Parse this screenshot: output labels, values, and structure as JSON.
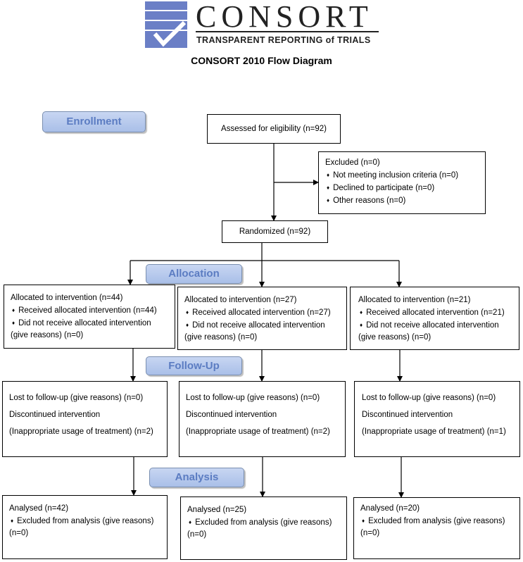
{
  "header": {
    "logo_word": "CONSORT",
    "logo_tagline": "TRANSPARENT REPORTING of TRIALS",
    "title": "CONSORT 2010 Flow Diagram"
  },
  "stages": {
    "enrollment": "Enrollment",
    "allocation": "Allocation",
    "followup": "Follow-Up",
    "analysis": "Analysis"
  },
  "enrollment": {
    "assessed": "Assessed for eligibility (n=92)",
    "excluded_title": "Excluded  (n=0)",
    "excluded_items": [
      "Not meeting inclusion criteria (n=0)",
      "Declined to participate (n=0)",
      "Other reasons (n=0)"
    ],
    "randomized": "Randomized (n=92)"
  },
  "arms": [
    {
      "allocation": {
        "title": "Allocated to intervention (n=44)",
        "received": "Received allocated intervention (n=44)",
        "not_received_1": "Did not receive allocated intervention",
        "not_received_2": "(give reasons) (n=0)"
      },
      "followup": {
        "lost": "Lost to follow-up (give reasons) (n=0)",
        "discontinued": "Discontinued intervention",
        "reason": "(Inappropriate usage of treatment) (n=2)"
      },
      "analysis": {
        "analysed": "Analysed  (n=42)",
        "excluded_1": "Excluded from analysis (give reasons)",
        "excluded_2": "(n=0)"
      }
    },
    {
      "allocation": {
        "title": "Allocated to intervention (n=27)",
        "received": "Received allocated intervention (n=27)",
        "not_received_1": "Did not receive allocated intervention",
        "not_received_2": "(give reasons) (n=0)"
      },
      "followup": {
        "lost": "Lost to follow-up (give reasons) (n=0)",
        "discontinued": "Discontinued intervention",
        "reason": "(Inappropriate usage of treatment) (n=2)"
      },
      "analysis": {
        "analysed": "Analysed  (n=25)",
        "excluded_1": "Excluded from analysis (give reasons)",
        "excluded_2": "(n=0)"
      }
    },
    {
      "allocation": {
        "title": "Allocated to intervention (n=21)",
        "received": "Received allocated intervention (n=21)",
        "not_received_1": "Did not receive allocated intervention",
        "not_received_2": "(give reasons) (n=0)"
      },
      "followup": {
        "lost": "Lost to follow-up (give reasons) (n=0)",
        "discontinued": "Discontinued intervention",
        "reason": "(Inappropriate usage of treatment) (n=1)"
      },
      "analysis": {
        "analysed": "Analysed  (n=20)",
        "excluded_1": "Excluded from analysis (give reasons)",
        "excluded_2": "(n=0)"
      }
    }
  ]
}
